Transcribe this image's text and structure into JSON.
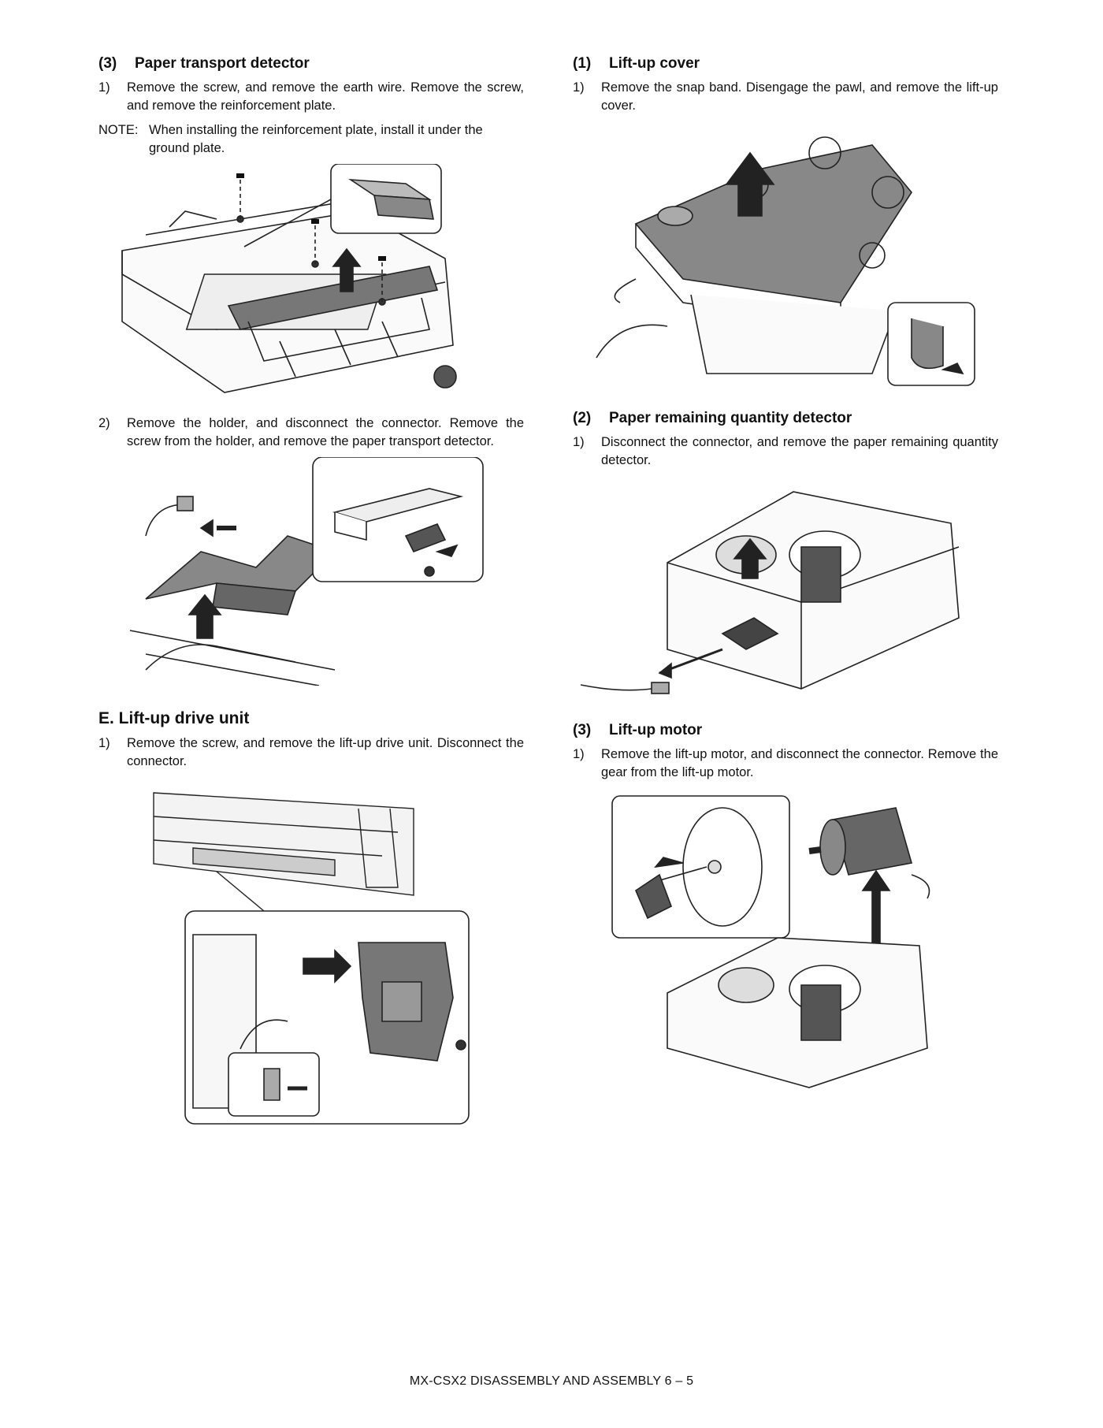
{
  "left": {
    "sec_paper_transport": {
      "num": "(3)",
      "title": "Paper transport detector",
      "step1_num": "1)",
      "step1": "Remove the screw, and remove the earth wire. Remove the screw, and remove the reinforcement plate.",
      "note_label": "NOTE:",
      "note": "When installing the reinforcement plate, install it under the ground plate.",
      "step2_num": "2)",
      "step2": "Remove the holder, and disconnect the connector. Remove the screw from the holder, and remove the paper transport detector."
    },
    "sec_liftup_drive": {
      "title": "E.  Lift-up drive unit",
      "step1_num": "1)",
      "step1": "Remove the screw, and remove the lift-up drive unit. Disconnect the connector."
    }
  },
  "right": {
    "sec_liftup_cover": {
      "num": "(1)",
      "title": "Lift-up cover",
      "step1_num": "1)",
      "step1": "Remove the snap band. Disengage the pawl, and remove the lift-up cover."
    },
    "sec_paper_remaining": {
      "num": "(2)",
      "title": "Paper remaining quantity detector",
      "step1_num": "1)",
      "step1": "Disconnect the connector, and remove the paper remaining quantity detector."
    },
    "sec_liftup_motor": {
      "num": "(3)",
      "title": "Lift-up motor",
      "step1_num": "1)",
      "step1": "Remove the lift-up motor, and disconnect the connector. Remove the gear from the lift-up motor."
    }
  },
  "footer": "MX-CSX2  DISASSEMBLY AND ASSEMBLY  6 – 5"
}
